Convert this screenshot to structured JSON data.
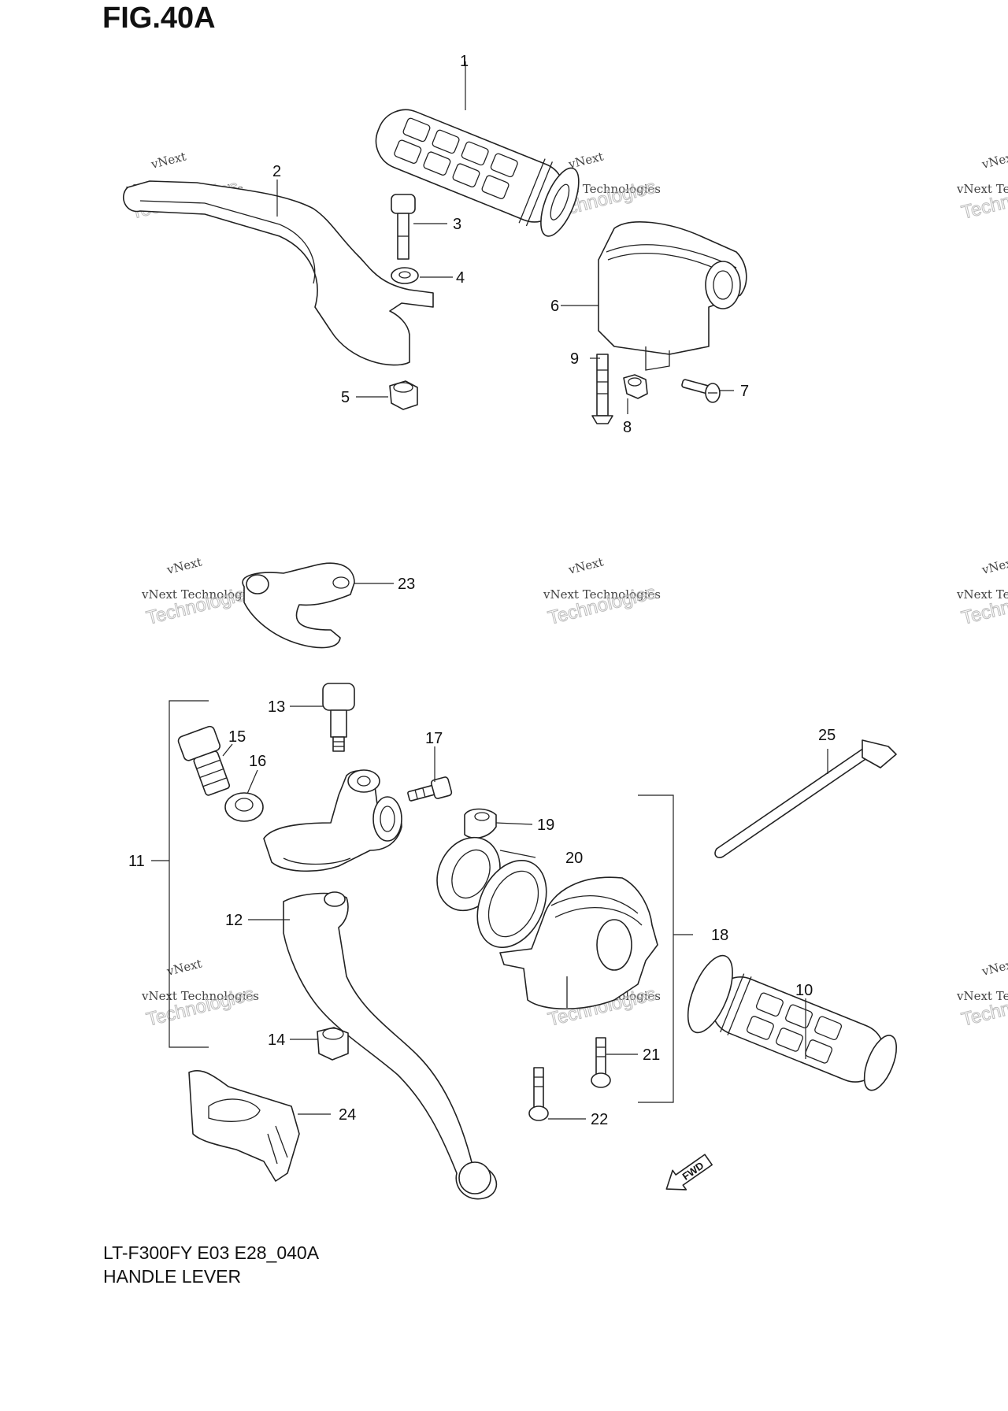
{
  "figure": {
    "title": "FIG.40A",
    "model_code": "LT-F300FY E03 E28_040A",
    "section_name": "HANDLE LEVER"
  },
  "callouts": {
    "c1": "1",
    "c2": "2",
    "c3": "3",
    "c4": "4",
    "c5": "5",
    "c6": "6",
    "c7": "7",
    "c8": "8",
    "c9": "9",
    "c10": "10",
    "c11": "11",
    "c12": "12",
    "c13": "13",
    "c14": "14",
    "c15": "15",
    "c16": "16",
    "c17": "17",
    "c18": "18",
    "c19": "19",
    "c20": "20",
    "c21": "21",
    "c22": "22",
    "c23": "23",
    "c24": "24",
    "c25": "25"
  },
  "watermark": {
    "line_top": "vNext",
    "line_mid": "vNext Technologies",
    "line_big": "Technologies"
  },
  "fwd_label": "FWD"
}
